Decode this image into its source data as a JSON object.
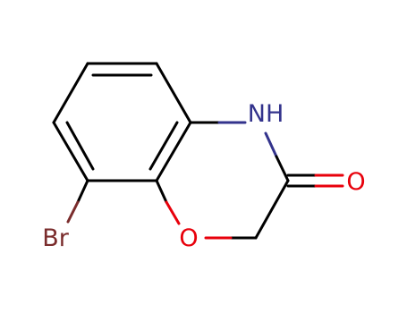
{
  "structure": {
    "atoms": {
      "nh": {
        "label": "NH",
        "color": "#33338c"
      },
      "o_carbonyl": {
        "label": "O",
        "color": "#e8000b"
      },
      "o_ring": {
        "label": "O",
        "color": "#e8000b"
      },
      "br": {
        "label": "Br",
        "color": "#7a2c2c"
      }
    },
    "colors": {
      "bond": "#000000",
      "nitrogen": "#33338c",
      "oxygen": "#e8000b",
      "bromine": "#7a2c2c"
    }
  }
}
